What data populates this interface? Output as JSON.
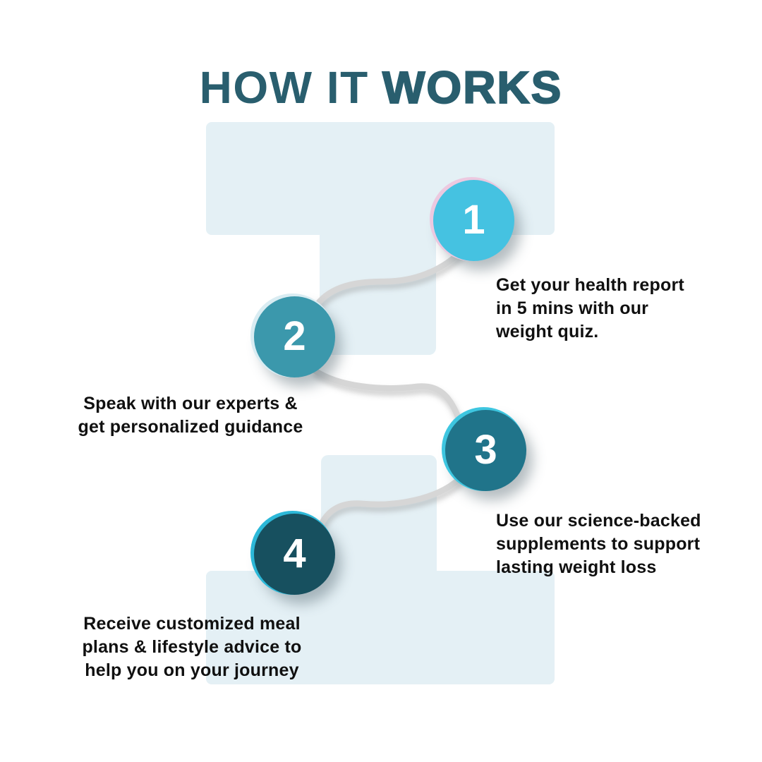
{
  "title": {
    "regular": "HOW IT",
    "bold": "WORKS"
  },
  "steps": [
    {
      "number": "1",
      "label": "Get your health report\nin 5 mins with our\nweight quiz.",
      "circle_color": "#45c2e1",
      "ring_color": "#ecc9e0"
    },
    {
      "number": "2",
      "label": "Speak with our experts &\nget personalized guidance",
      "circle_color": "#3b98ac",
      "ring_color": "#d9ecf2"
    },
    {
      "number": "3",
      "label": "Use our science-backed\nsupplements to support\nlasting weight loss",
      "circle_color": "#20748a",
      "ring_color": "#3ec6e0"
    },
    {
      "number": "4",
      "label": "Receive customized meal\nplans & lifestyle advice to\nhelp you on your journey",
      "circle_color": "#17505f",
      "ring_color": "#2cb8d8"
    }
  ],
  "colors": {
    "background": "#ffffff",
    "shape": "#e4f0f5",
    "title": "#295e6e",
    "text": "#101010",
    "number": "#ffffff",
    "connector": "#d6d6d6"
  }
}
